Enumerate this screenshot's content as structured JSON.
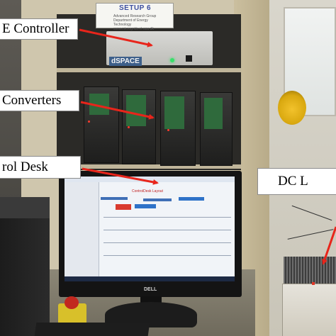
{
  "labels": {
    "controller": "E Controller",
    "converters": "Converters",
    "control_desk": "rol Desk",
    "dc_load": "DC L"
  },
  "setup_sign": {
    "title": "SETUP 6",
    "subtitle": "Advanced Research Group Department of Energy Technology www.microgrids.et.aau.dk"
  },
  "equipment": {
    "dspace_logo": "dSPACE",
    "monitor_brand": "DELL",
    "screen_title": "ControlDesk Layout"
  },
  "colors": {
    "arrow": "#e8251b",
    "label_bg": "#ffffff",
    "cabinet": "#cfc6ad"
  }
}
